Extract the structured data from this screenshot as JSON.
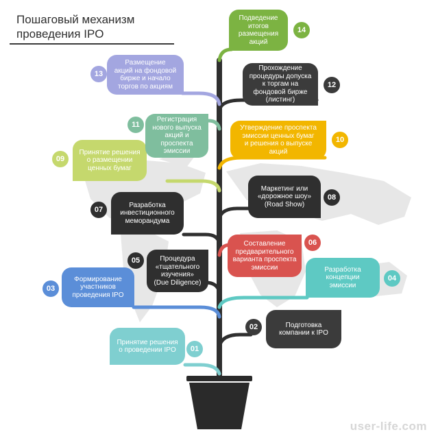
{
  "title": "Пошаговый механизм\nпроведения IPO",
  "colors": {
    "trunk": "#2f2f2f",
    "green": "#7cb342",
    "dark": "#3b3b3b",
    "periwinkle": "#a3a6e0",
    "teal": "#7fbe9e",
    "yellow": "#f2b600",
    "lime": "#c5d86d",
    "red": "#d9534f",
    "cyan": "#5ec9c3",
    "blue": "#5b8ed8",
    "map": "#e6e6e6"
  },
  "steps": [
    {
      "n": "01",
      "text": "Принятие решения\nо проведении IPO"
    },
    {
      "n": "02",
      "text": "Подготовка\nкомпании к IPO"
    },
    {
      "n": "03",
      "text": "Формирование\nучастников\nпроведения IPO"
    },
    {
      "n": "04",
      "text": "Разработка\nконцепции\nэмиссии"
    },
    {
      "n": "05",
      "text": "Процедура\n«тщательного\nизучения»\n(Due Diligence)"
    },
    {
      "n": "06",
      "text": "Составление\nпредварительного\nварианта проспекта\nэмиссии"
    },
    {
      "n": "07",
      "text": "Разработка\nинвестиционного\nмеморандума"
    },
    {
      "n": "08",
      "text": "Маркетинг или\n«дорожное шоу»\n(Road Show)"
    },
    {
      "n": "09",
      "text": "Принятие решения\nо размещении\nценных бумаг"
    },
    {
      "n": "10",
      "text": "Утверждение проспекта\nэмиссии ценных бумаг\nи решения о выпуске\nакций"
    },
    {
      "n": "11",
      "text": "Регистрация\nнового выпуска\nакций и\nпроспекта\nэмиссии"
    },
    {
      "n": "12",
      "text": "Прохождение\nпроцедуры допуска\nк торгам на\nфондовой бирже\n(листинг)"
    },
    {
      "n": "13",
      "text": "Размещение\nакций на фондовой\nбирже и начало\nторгов по акциям"
    },
    {
      "n": "14",
      "text": "Подведение\nитогов\nразмещения\nакций"
    }
  ],
  "watermark": "user-life.com"
}
